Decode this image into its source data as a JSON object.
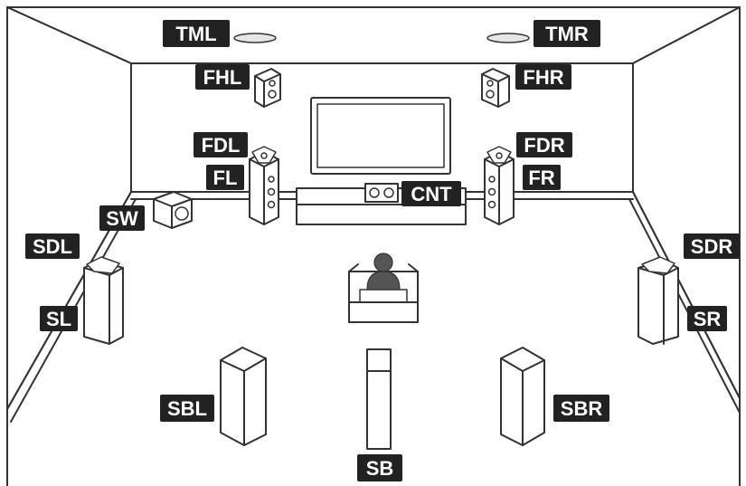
{
  "labels": {
    "TML": "TML",
    "TMR": "TMR",
    "FHL": "FHL",
    "FHR": "FHR",
    "FDL": "FDL",
    "FDR": "FDR",
    "FL": "FL",
    "FR": "FR",
    "CNT": "CNT",
    "SW": "SW",
    "SDL": "SDL",
    "SDR": "SDR",
    "SL": "SL",
    "SR": "SR",
    "SBL": "SBL",
    "SBR": "SBR",
    "SB": "SB"
  },
  "colors": {
    "line": "#333333",
    "label_background": "#222222",
    "label_text": "#ffffff",
    "background": "#ffffff"
  }
}
